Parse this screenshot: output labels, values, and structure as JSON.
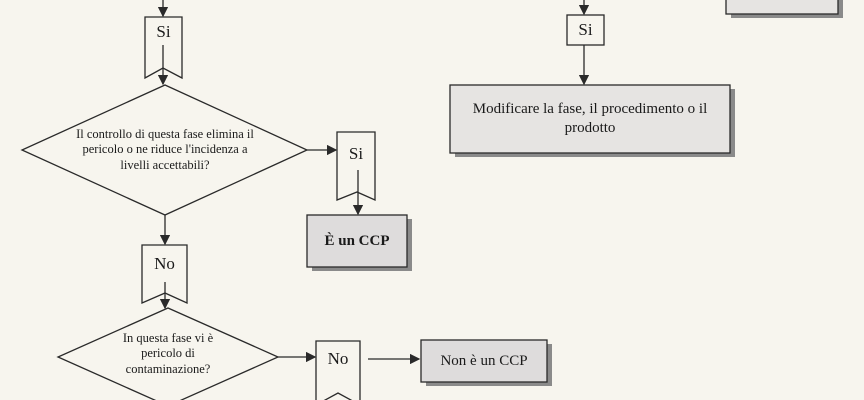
{
  "left_branch": {
    "yes_label_top": "Si",
    "question_elimination": "Il controllo di questa fase elimina il pericolo o ne riduce l'incidenza a livelli accettabili?",
    "yes_label_right": "Si",
    "ccp_result": "È un CCP",
    "no_label": "No",
    "question_contamination": "In questa fase vi è pericolo di contaminazione?",
    "no_label_right": "No",
    "not_ccp_result": "Non è un CCP"
  },
  "right_branch": {
    "yes_label": "Si",
    "modify_action": "Modificare la fase, il procedimento o il prodotto"
  },
  "colors": {
    "background": "#f7f5ee",
    "box_fill": "#e6e4e2",
    "result_fill": "#dedcdc",
    "stroke": "#2a2a2a"
  }
}
